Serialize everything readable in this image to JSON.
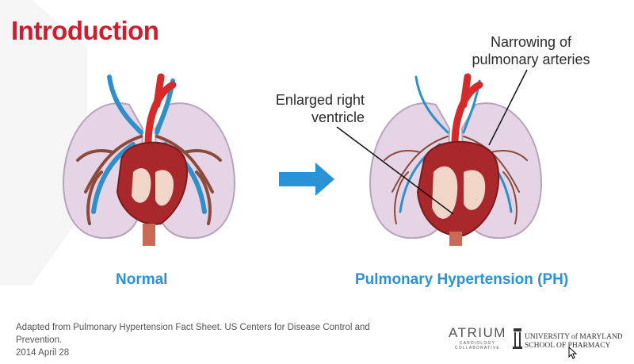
{
  "slide": {
    "title": "Introduction",
    "normal_caption": "Normal",
    "ph_caption": "Pulmonary Hypertension (PH)",
    "callout_ventricle_line1": "Enlarged right",
    "callout_ventricle_line2": "ventricle",
    "callout_arteries_line1": "Narrowing of",
    "callout_arteries_line2": "pulmonary arteries",
    "source_line1": "Adapted from Pulmonary Hypertension Fact Sheet. US Centers for Disease Control and Prevention.",
    "source_line2": "2014 April 28"
  },
  "logos": {
    "atrium_main": "ATRIUM",
    "atrium_sub1": "CARDIOLOGY",
    "atrium_sub2": "COLLABORATIVE",
    "umd_line1": "UNIVERSITY of MARYLAND",
    "umd_line2": "SCHOOL OF PHARMACY"
  },
  "colors": {
    "title": "#c8202f",
    "caption": "#2a93d5",
    "arrow": "#2a93d5",
    "lung_fill": "#e4d4e6",
    "vessel_blue": "#2f8fc8",
    "vessel_red": "#d42a2a",
    "heart": "#a8282b",
    "bronchi": "#8b4a3a"
  }
}
